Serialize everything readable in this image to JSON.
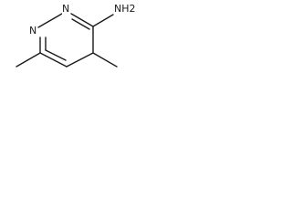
{
  "molecule": {
    "atoms": {
      "ring_nitrogen_top": "N",
      "ring_nitrogen_left": "N",
      "amine_group": "NH2"
    }
  }
}
